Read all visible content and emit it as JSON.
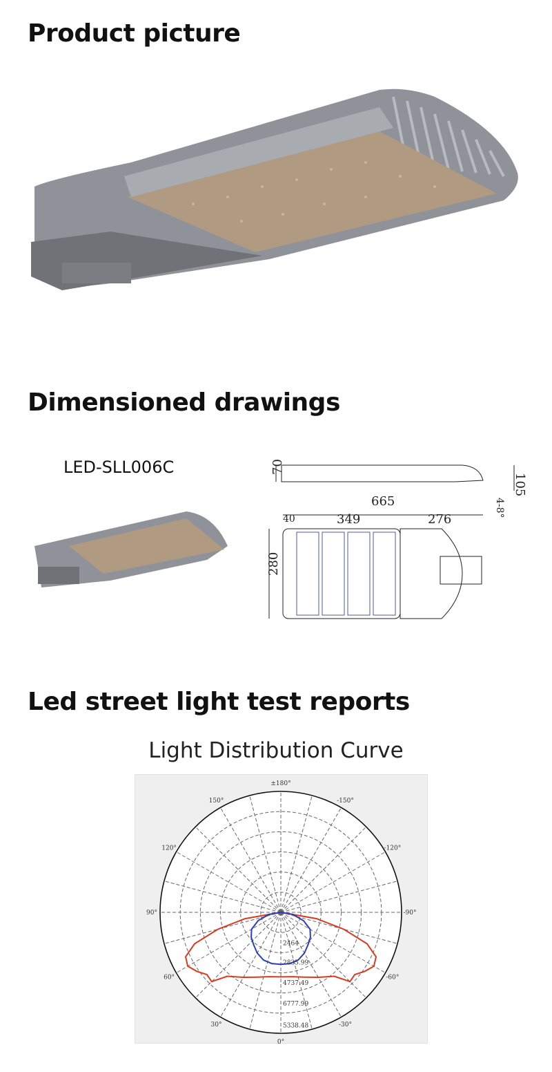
{
  "sections": {
    "product": {
      "heading": "Product picture"
    },
    "drawings": {
      "heading": "Dimensioned drawings",
      "model": "LED-SLL006C",
      "dimensions": {
        "height_side": "70",
        "height_bracket": "105",
        "bolt_angle": "4-8°",
        "total_length": "665",
        "segment_a": "40",
        "segment_b": "349",
        "segment_c": "276",
        "width": "280"
      }
    },
    "reports": {
      "heading": "Led street light test reports"
    }
  },
  "chart_data": {
    "type": "polar",
    "title": "Light Distribution Curve",
    "angle_labels": [
      "±180°",
      "-150°",
      "150°",
      "-120°",
      "120°",
      "-90°",
      "90°",
      "-60°",
      "60°",
      "-30°",
      "30°",
      "0°"
    ],
    "radial_labels": [
      "2464",
      "2835.99",
      "4737.49",
      "6777.99",
      "5338.48"
    ],
    "series": [
      {
        "color": "#d93a1e",
        "angles_deg": [
          0,
          10,
          20,
          30,
          40,
          45,
          50,
          55,
          60,
          65,
          70,
          75,
          80,
          90
        ],
        "values": [
          5338,
          5400,
          5700,
          6200,
          6900,
          8100,
          8000,
          8500,
          8900,
          8700,
          7600,
          5400,
          3000,
          0
        ]
      },
      {
        "color": "#2a3fb5",
        "angles_deg": [
          0,
          10,
          20,
          30,
          40,
          50,
          60,
          70,
          80,
          90
        ],
        "values": [
          4300,
          4300,
          4200,
          3900,
          3500,
          3200,
          2800,
          2000,
          1000,
          0
        ]
      }
    ],
    "grid": true
  }
}
